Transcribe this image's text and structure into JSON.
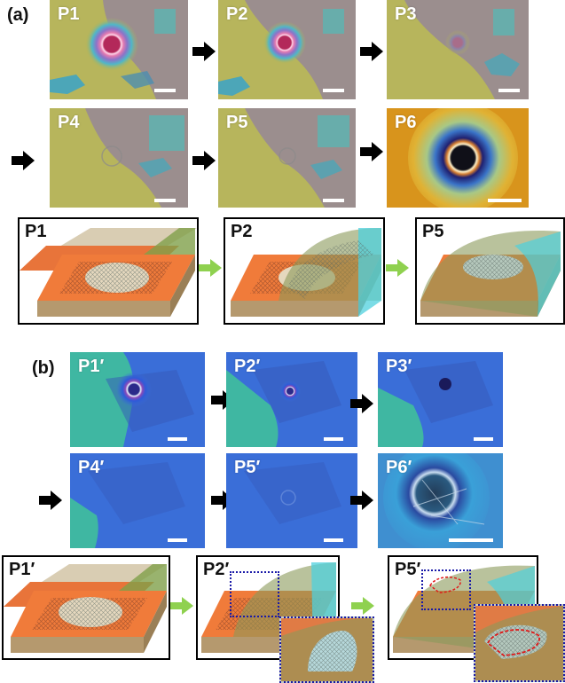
{
  "part_a": {
    "label": "(a)",
    "micrographs": [
      "P1",
      "P2",
      "P3",
      "P4",
      "P5",
      "P6"
    ],
    "schematics": [
      "P1",
      "P2",
      "P5"
    ]
  },
  "part_b": {
    "label": "(b)",
    "micrographs": [
      "P1′",
      "P2′",
      "P3′",
      "P4′",
      "P5′",
      "P6′"
    ],
    "schematics": [
      "P1′",
      "P2′",
      "P5′"
    ]
  },
  "colors": {
    "arrow_black": "#000000",
    "arrow_green": "#8fd14f",
    "inset_border": "#1a1aa8",
    "highlight_red": "#e01818"
  }
}
